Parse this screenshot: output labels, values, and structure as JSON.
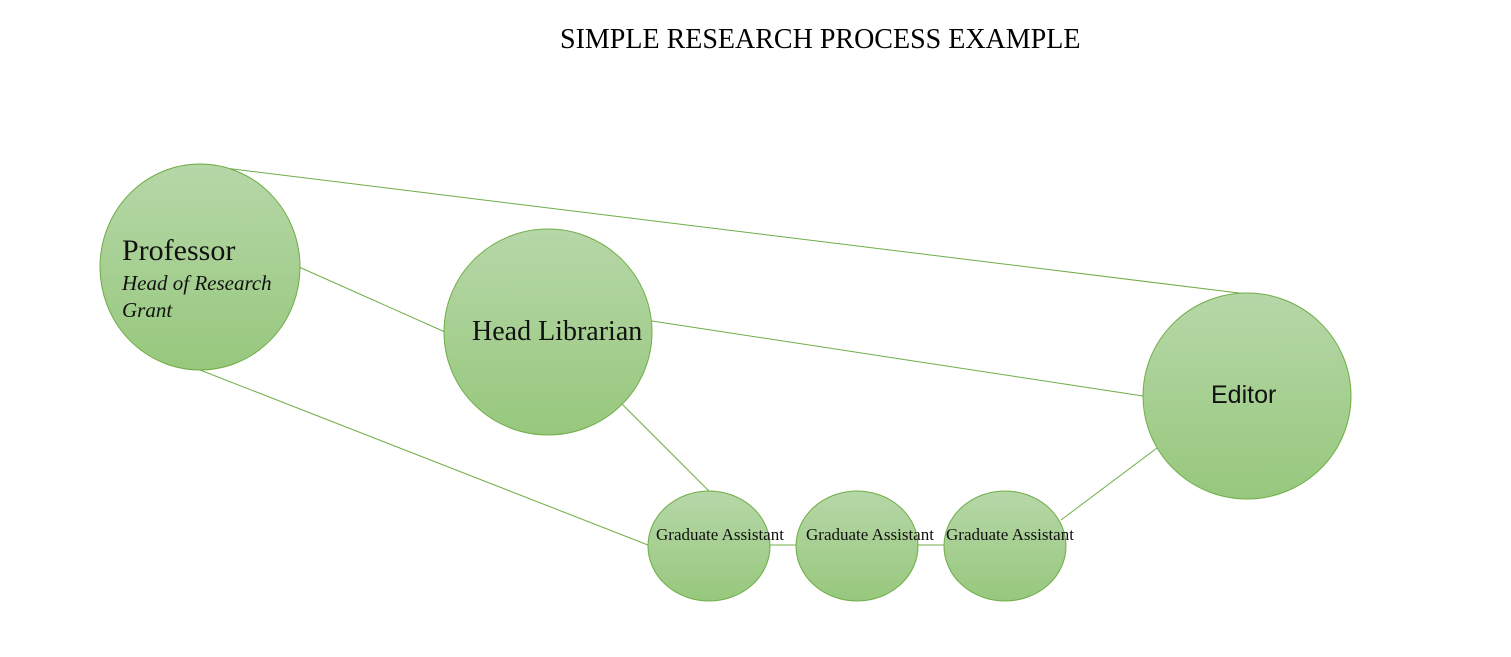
{
  "title": "SIMPLE RESEARCH PROCESS EXAMPLE",
  "nodes": {
    "professor": {
      "name": "Professor",
      "role": "Head of Research Grant"
    },
    "librarian": {
      "name": "Head Librarian"
    },
    "editor": {
      "name": "Editor"
    },
    "assistants": [
      {
        "name": "Graduate Assistant"
      },
      {
        "name": "Graduate Assistant"
      },
      {
        "name": "Graduate Assistant"
      }
    ]
  },
  "colors": {
    "node_fill_top": "#b6d7a8",
    "node_fill_bottom": "#97c87d",
    "node_stroke": "#70ad47",
    "edge": "#70ad47"
  }
}
